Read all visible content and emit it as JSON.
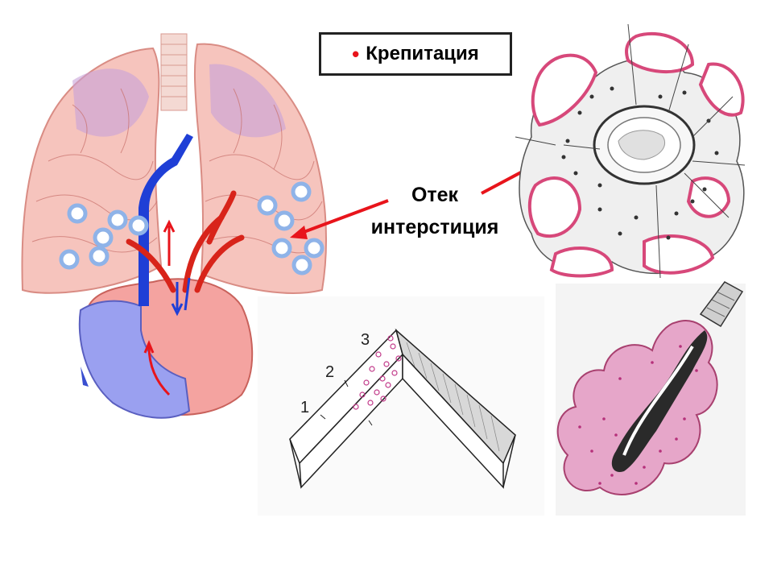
{
  "title": {
    "bullet": "•",
    "text": "Крепитация"
  },
  "label": {
    "line1": "Отек",
    "line2": "интерстиция"
  },
  "alveoli_diagram": {
    "numbers": [
      "1",
      "2",
      "3"
    ]
  },
  "colors": {
    "arrow": "#e8141b",
    "vein_blue": "#1f3fd6",
    "artery_red": "#d8241a",
    "lung_pink": "#f3b6b0",
    "alveolus_wall": "#d7487a",
    "bubble": "#ffffff",
    "bubble_ring": "#8fb3e8"
  }
}
